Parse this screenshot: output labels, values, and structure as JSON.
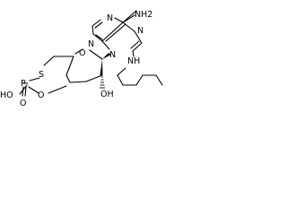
{
  "atoms": {
    "amino": "NH2",
    "n_purine_1": "N",
    "n_purine_3": "N",
    "n_purine_7": "N",
    "n_purine_9": "N",
    "ring_oxygen": "O",
    "hydroxyl": "OH",
    "phosphate_oxygen": "O",
    "phosphorus": "P",
    "thio": "S",
    "p_hydroxyl": "HO",
    "p_oxo": "O",
    "amine_nh": "NH"
  }
}
